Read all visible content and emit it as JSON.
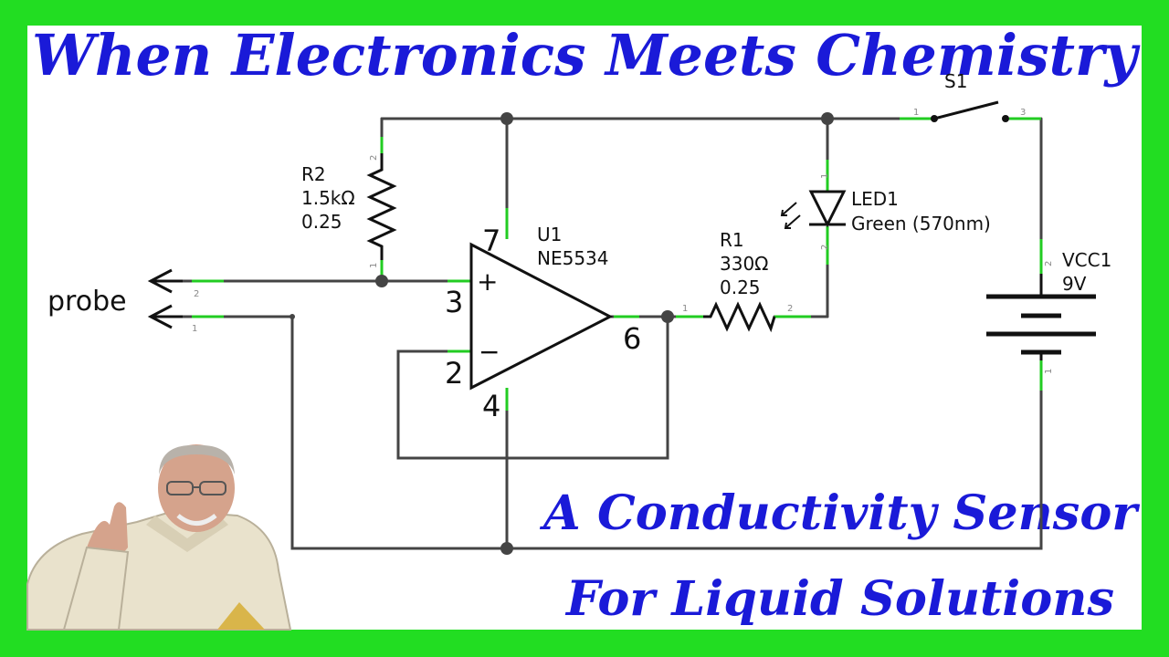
{
  "title_top": "When Electronics Meets Chemistry",
  "title_bottom_line1": "A Conductivity Sensor",
  "title_bottom_line2": "For Liquid Solutions",
  "probe_label": "probe",
  "r2": {
    "name": "R2",
    "value": "1.5kΩ",
    "power": "0.25"
  },
  "r1": {
    "name": "R1",
    "value": "330Ω",
    "power": "0.25"
  },
  "u1": {
    "name": "U1",
    "part": "NE5534",
    "pin7": "7",
    "pin3": "3",
    "pin2": "2",
    "pin4": "4",
    "pin6": "6",
    "plus": "+",
    "minus": "−"
  },
  "led1": {
    "name": "LED1",
    "color": "Green (570nm)"
  },
  "vcc1": {
    "name": "VCC1",
    "voltage": "9V"
  },
  "s1": {
    "name": "S1"
  },
  "pin_numbers": {
    "one": "1",
    "two": "2",
    "three": "3"
  },
  "colors": {
    "background_green": "#22dd22",
    "title_blue": "#1a1ad8",
    "lead_green": "#22cc22",
    "wire_gray": "#444444"
  }
}
